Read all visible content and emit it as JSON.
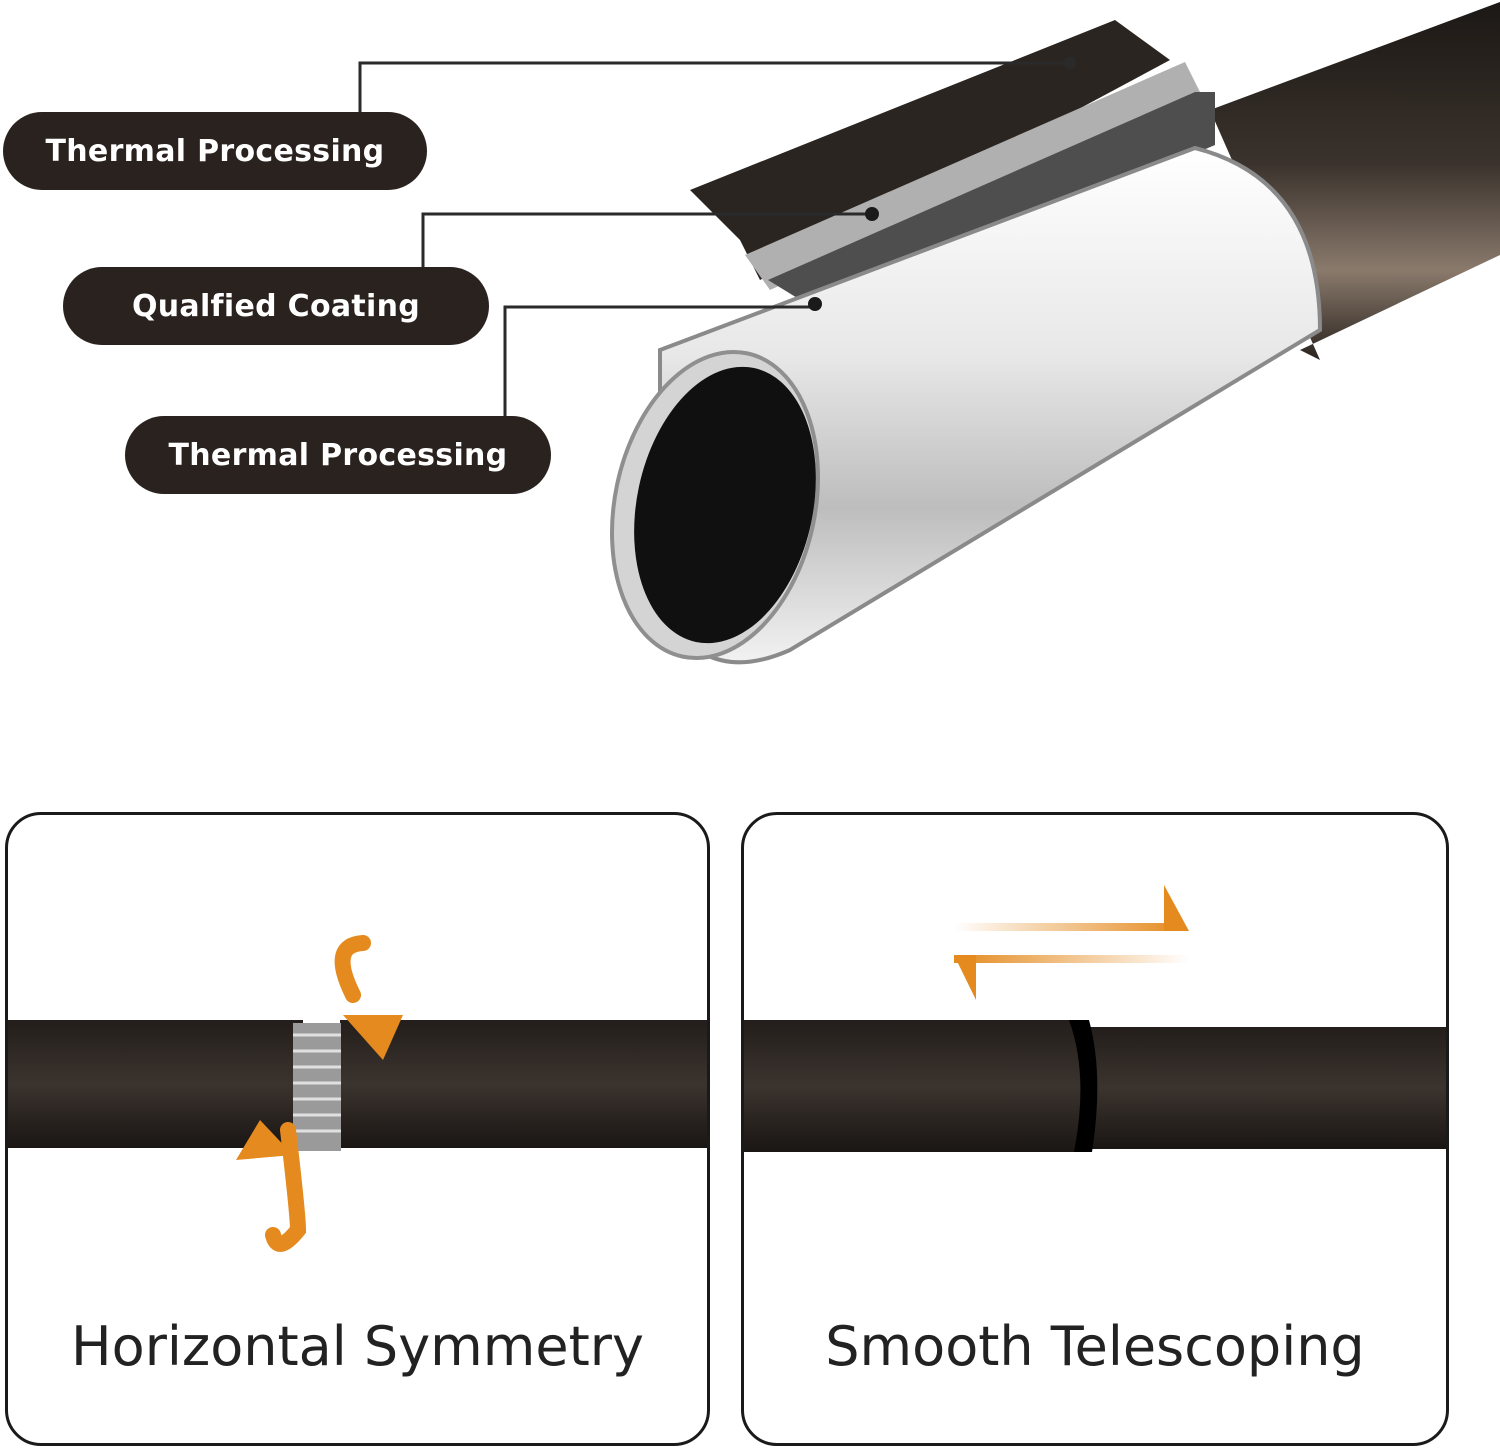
{
  "layers": {
    "label_1": "Thermal Processing",
    "label_2": "Qualfied Coating",
    "label_3": "Thermal Processing"
  },
  "features": {
    "left_caption": "Horizontal Symmetry",
    "right_caption": "Smooth Telescoping"
  },
  "colors": {
    "pill_background": "#2a221e",
    "rod_dark": "#2b2521",
    "inner_metal": "#d9d9d9",
    "arrow_orange": "#e48a1e"
  },
  "icons": [
    "rotate-arrow-icon",
    "swap-arrows-icon"
  ]
}
